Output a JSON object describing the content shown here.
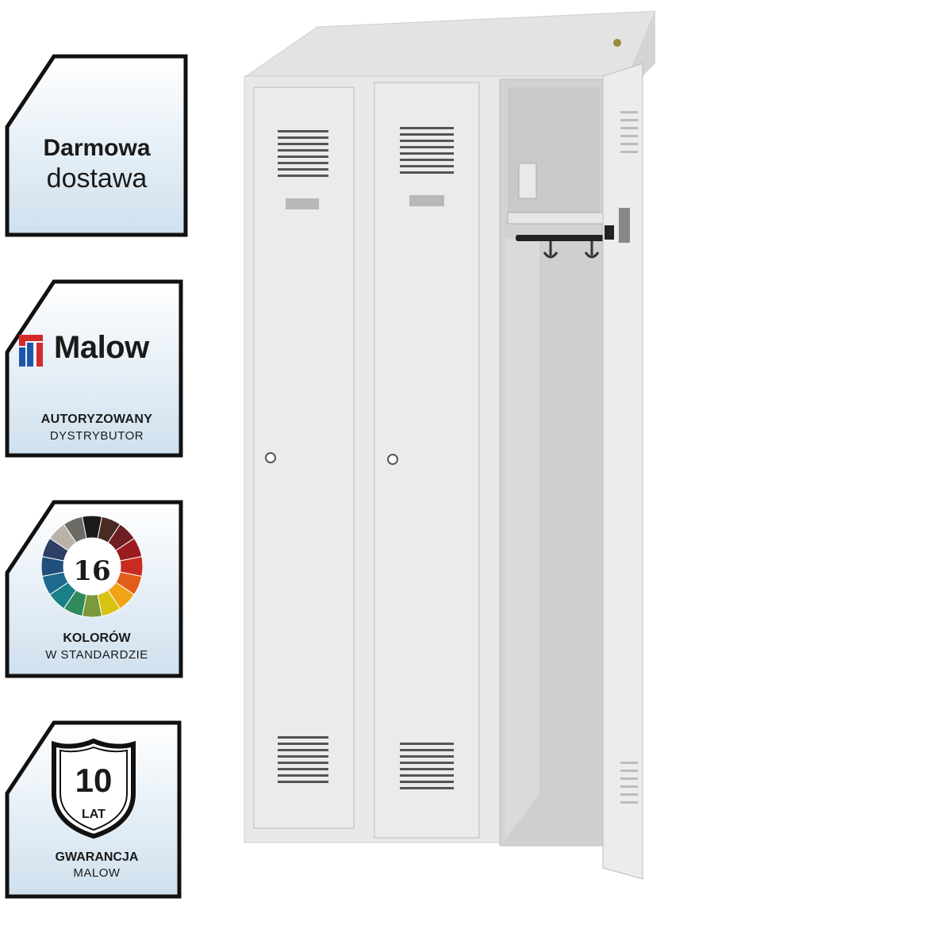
{
  "badges": {
    "delivery": {
      "line1": "Darmowa",
      "line2": "dostawa",
      "icon": "delivery-badge"
    },
    "distributor": {
      "brand": "Malow",
      "line1": "AUTORYZOWANY",
      "line2": "DYSTRYBUTOR",
      "icon": "malow-logo"
    },
    "colors": {
      "number": "16",
      "line1": "KOLORÓW",
      "line2": "W STANDARDZIE",
      "icon": "color-wheel",
      "palette": [
        "#1a1a1a",
        "#4a2b22",
        "#6e1e22",
        "#9b1c1f",
        "#c82b22",
        "#e35d1a",
        "#f0a314",
        "#d8c313",
        "#7a9a3b",
        "#2f8a5c",
        "#1a7f86",
        "#1e6a8f",
        "#1f4f7a",
        "#2f3f66",
        "#b8b2a8",
        "#6c6a65"
      ]
    },
    "warranty": {
      "number": "10",
      "unit": "LAT",
      "line1": "GWARANCJA",
      "line2": "MALOW",
      "icon": "shield-icon"
    }
  },
  "colors": {
    "badge_border": "#111111",
    "badge_fill": "#e8eef4",
    "brand_red": "#d42a2a",
    "brand_blue": "#1e57a8",
    "cabinet": "#e4e4e4"
  },
  "product": {
    "type": "metal-locker",
    "compartments": 3,
    "doors_open": 1
  }
}
